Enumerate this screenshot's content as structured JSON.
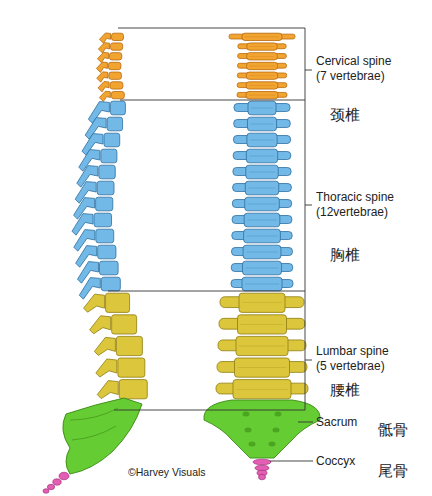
{
  "diagram": {
    "labels": [
      "Cervical spine (7 vertebrae)",
      "颈椎",
      "Thoracic spine (12vertebrae)",
      "胸椎",
      "Lumbar spine (5 vertebrae)",
      "腰椎",
      "Sacrum",
      "骶骨",
      "Coccyx",
      "尾骨",
      "©Harvey Visuals"
    ]
  }
}
